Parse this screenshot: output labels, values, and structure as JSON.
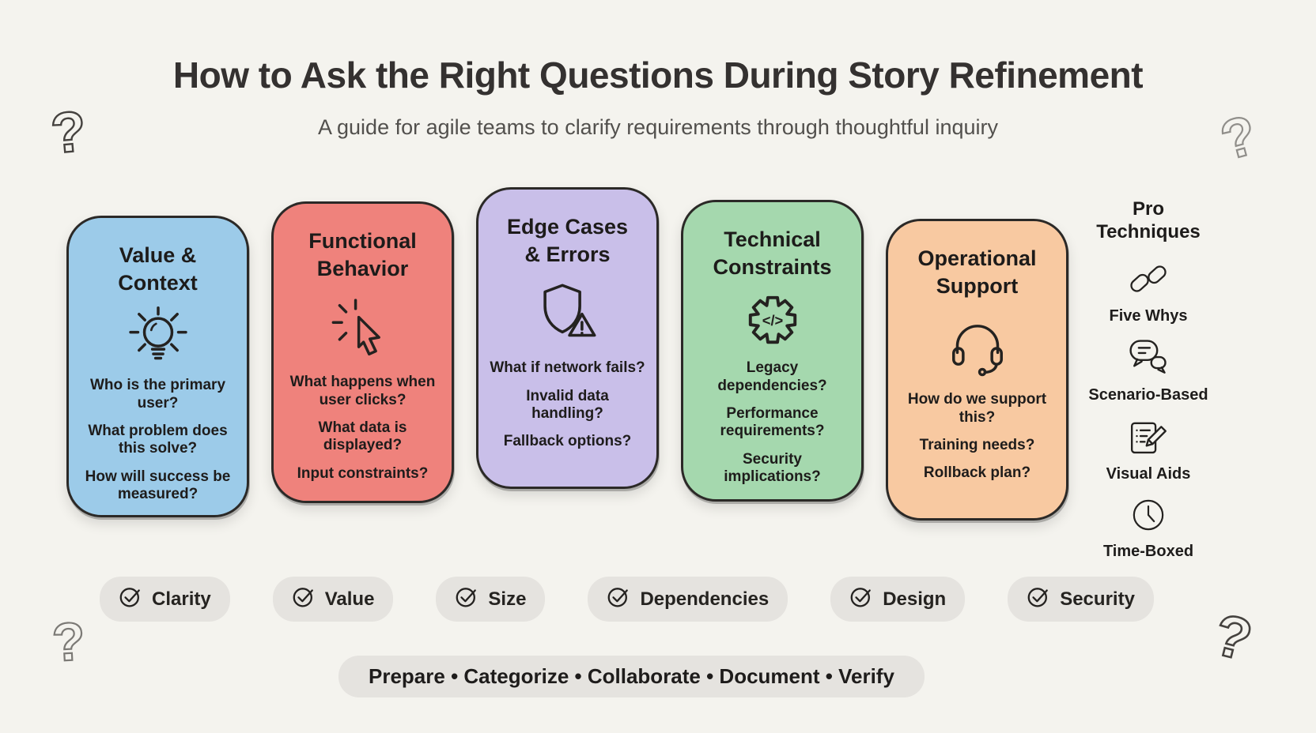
{
  "page": {
    "title": "How to Ask the Right Questions During Story Refinement",
    "subtitle": "A guide for agile teams to clarify requirements through thoughtful inquiry"
  },
  "cards": [
    {
      "title": "Value &\nContext",
      "icon": "lightbulb-icon",
      "color": "#9ccbe9",
      "questions": [
        "Who is the primary user?",
        "What problem does this solve?",
        "How will success be measured?"
      ]
    },
    {
      "title": "Functional\nBehavior",
      "icon": "cursor-click-icon",
      "color": "#ef827c",
      "questions": [
        "What happens when user clicks?",
        "What data is displayed?",
        "Input constraints?"
      ]
    },
    {
      "title": "Edge Cases\n& Errors",
      "icon": "shield-alert-icon",
      "color": "#c9bfe9",
      "questions": [
        "What if network fails?",
        "Invalid data handling?",
        "Fallback options?"
      ]
    },
    {
      "title": "Technical\nConstraints",
      "icon": "gear-code-icon",
      "color": "#a5d8ae",
      "questions": [
        "Legacy dependencies?",
        "Performance requirements?",
        "Security implications?"
      ]
    },
    {
      "title": "Operational\nSupport",
      "icon": "headset-icon",
      "color": "#f8c9a1",
      "questions": [
        "How do we support this?",
        "Training needs?",
        "Rollback plan?"
      ]
    }
  ],
  "icons": {
    "gear_glyph": "</>"
  },
  "pro_techniques": {
    "title": "Pro\nTechniques",
    "items": [
      {
        "label": "Five Whys",
        "icon": "chain-link-icon"
      },
      {
        "label": "Scenario-Based",
        "icon": "speech-bubbles-icon"
      },
      {
        "label": "Visual Aids",
        "icon": "notes-pencil-icon"
      },
      {
        "label": "Time-Boxed",
        "icon": "clock-icon"
      }
    ]
  },
  "checklist": {
    "icon": "check-circle-icon",
    "labels": [
      "Clarity",
      "Value",
      "Size",
      "Dependencies",
      "Design",
      "Security"
    ]
  },
  "process_bar": {
    "text": "Prepare • Categorize • Collaborate • Document • Verify"
  },
  "decorations": {
    "question_mark": "?"
  },
  "colors": {
    "background": "#f4f3ee",
    "card_border": "#2b2927",
    "pill_background": "#e5e3df",
    "title_text": "#343130",
    "subtitle_text": "#52504d"
  }
}
